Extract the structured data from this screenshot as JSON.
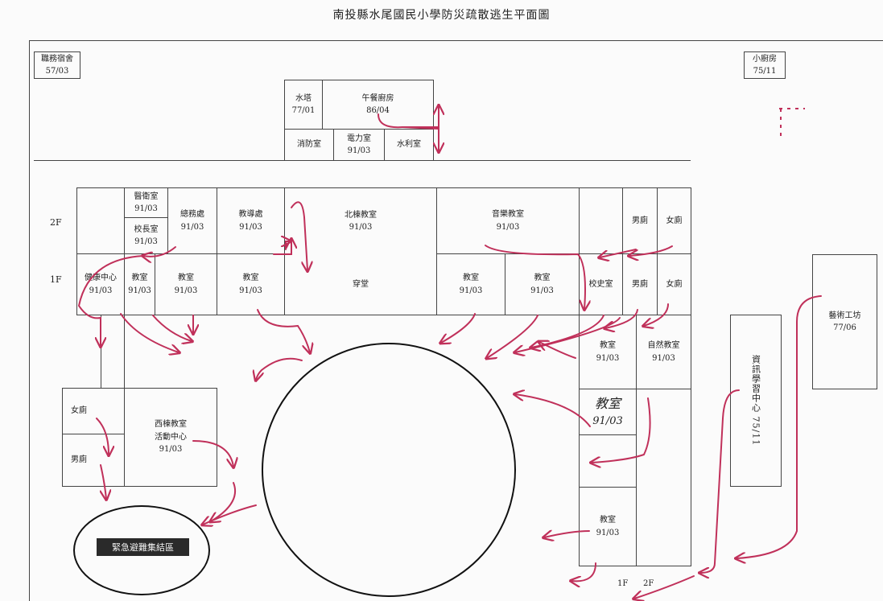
{
  "title": "南投縣水尾國民小學防災疏散逃生平面圖",
  "floor_labels": {
    "upper": "2F",
    "lower": "1F",
    "bottom_1f": "1F",
    "bottom_2f": "2F"
  },
  "rooms": {
    "dorm": {
      "name": "職務宿舍",
      "code": "57/03"
    },
    "small_kitchen": {
      "name": "小廚房",
      "code": "75/11"
    },
    "water_tower": {
      "name": "水塔",
      "code": "77/01"
    },
    "lunch_kitchen": {
      "name": "午餐廚房",
      "code": "86/04"
    },
    "fire_room": {
      "name": "消防室"
    },
    "power_room": {
      "name": "電力室",
      "code": "91/03"
    },
    "water_room": {
      "name": "水利室"
    },
    "health_room": {
      "name": "醫衛室",
      "code": "91/03"
    },
    "principal": {
      "name": "校長室",
      "code": "91/03"
    },
    "general_affairs": {
      "name": "總務處",
      "code": "91/03"
    },
    "academic_affairs": {
      "name": "教導處",
      "code": "91/03"
    },
    "north_building": {
      "name": "北棟教室",
      "code": "91/03"
    },
    "music_room": {
      "name": "音樂教室",
      "code": "91/03"
    },
    "mens_2f": {
      "name": "男廁"
    },
    "womens_2f": {
      "name": "女廁"
    },
    "health_center": {
      "name": "健康中心",
      "code": "91/03"
    },
    "class_1f_a": {
      "name": "教室",
      "code": "91/03"
    },
    "class_1f_b": {
      "name": "教室",
      "code": "91/03"
    },
    "class_1f_c": {
      "name": "教室",
      "code": "91/03"
    },
    "corridor": {
      "name": "穿堂"
    },
    "class_1f_d": {
      "name": "教室",
      "code": "91/03"
    },
    "class_1f_e": {
      "name": "教室",
      "code": "91/03"
    },
    "history_room": {
      "name": "校史室"
    },
    "mens_1f": {
      "name": "男廁"
    },
    "womens_1f": {
      "name": "女廁"
    },
    "class_east_a": {
      "name": "教室",
      "code": "91/03"
    },
    "science_room": {
      "name": "自然教室",
      "code": "91/03"
    },
    "class_east_handwritten": {
      "name": "教室",
      "code": "91/03"
    },
    "class_east_b": {
      "name": "教室",
      "code": "91/03"
    },
    "womens_west": {
      "name": "女廁"
    },
    "mens_west": {
      "name": "男廁"
    },
    "west_building": {
      "name": "西棟教室",
      "sub": "活動中心",
      "code": "91/03"
    },
    "it_center": {
      "name": "資訊學習中心 75/11"
    },
    "art_workshop": {
      "name": "藝術工坊",
      "code": "77/06"
    }
  },
  "assembly_area": "緊急避難集結區",
  "colors": {
    "arrow": "#c0305a",
    "line": "#444444",
    "assembly_fill": "#2a2a2a"
  }
}
